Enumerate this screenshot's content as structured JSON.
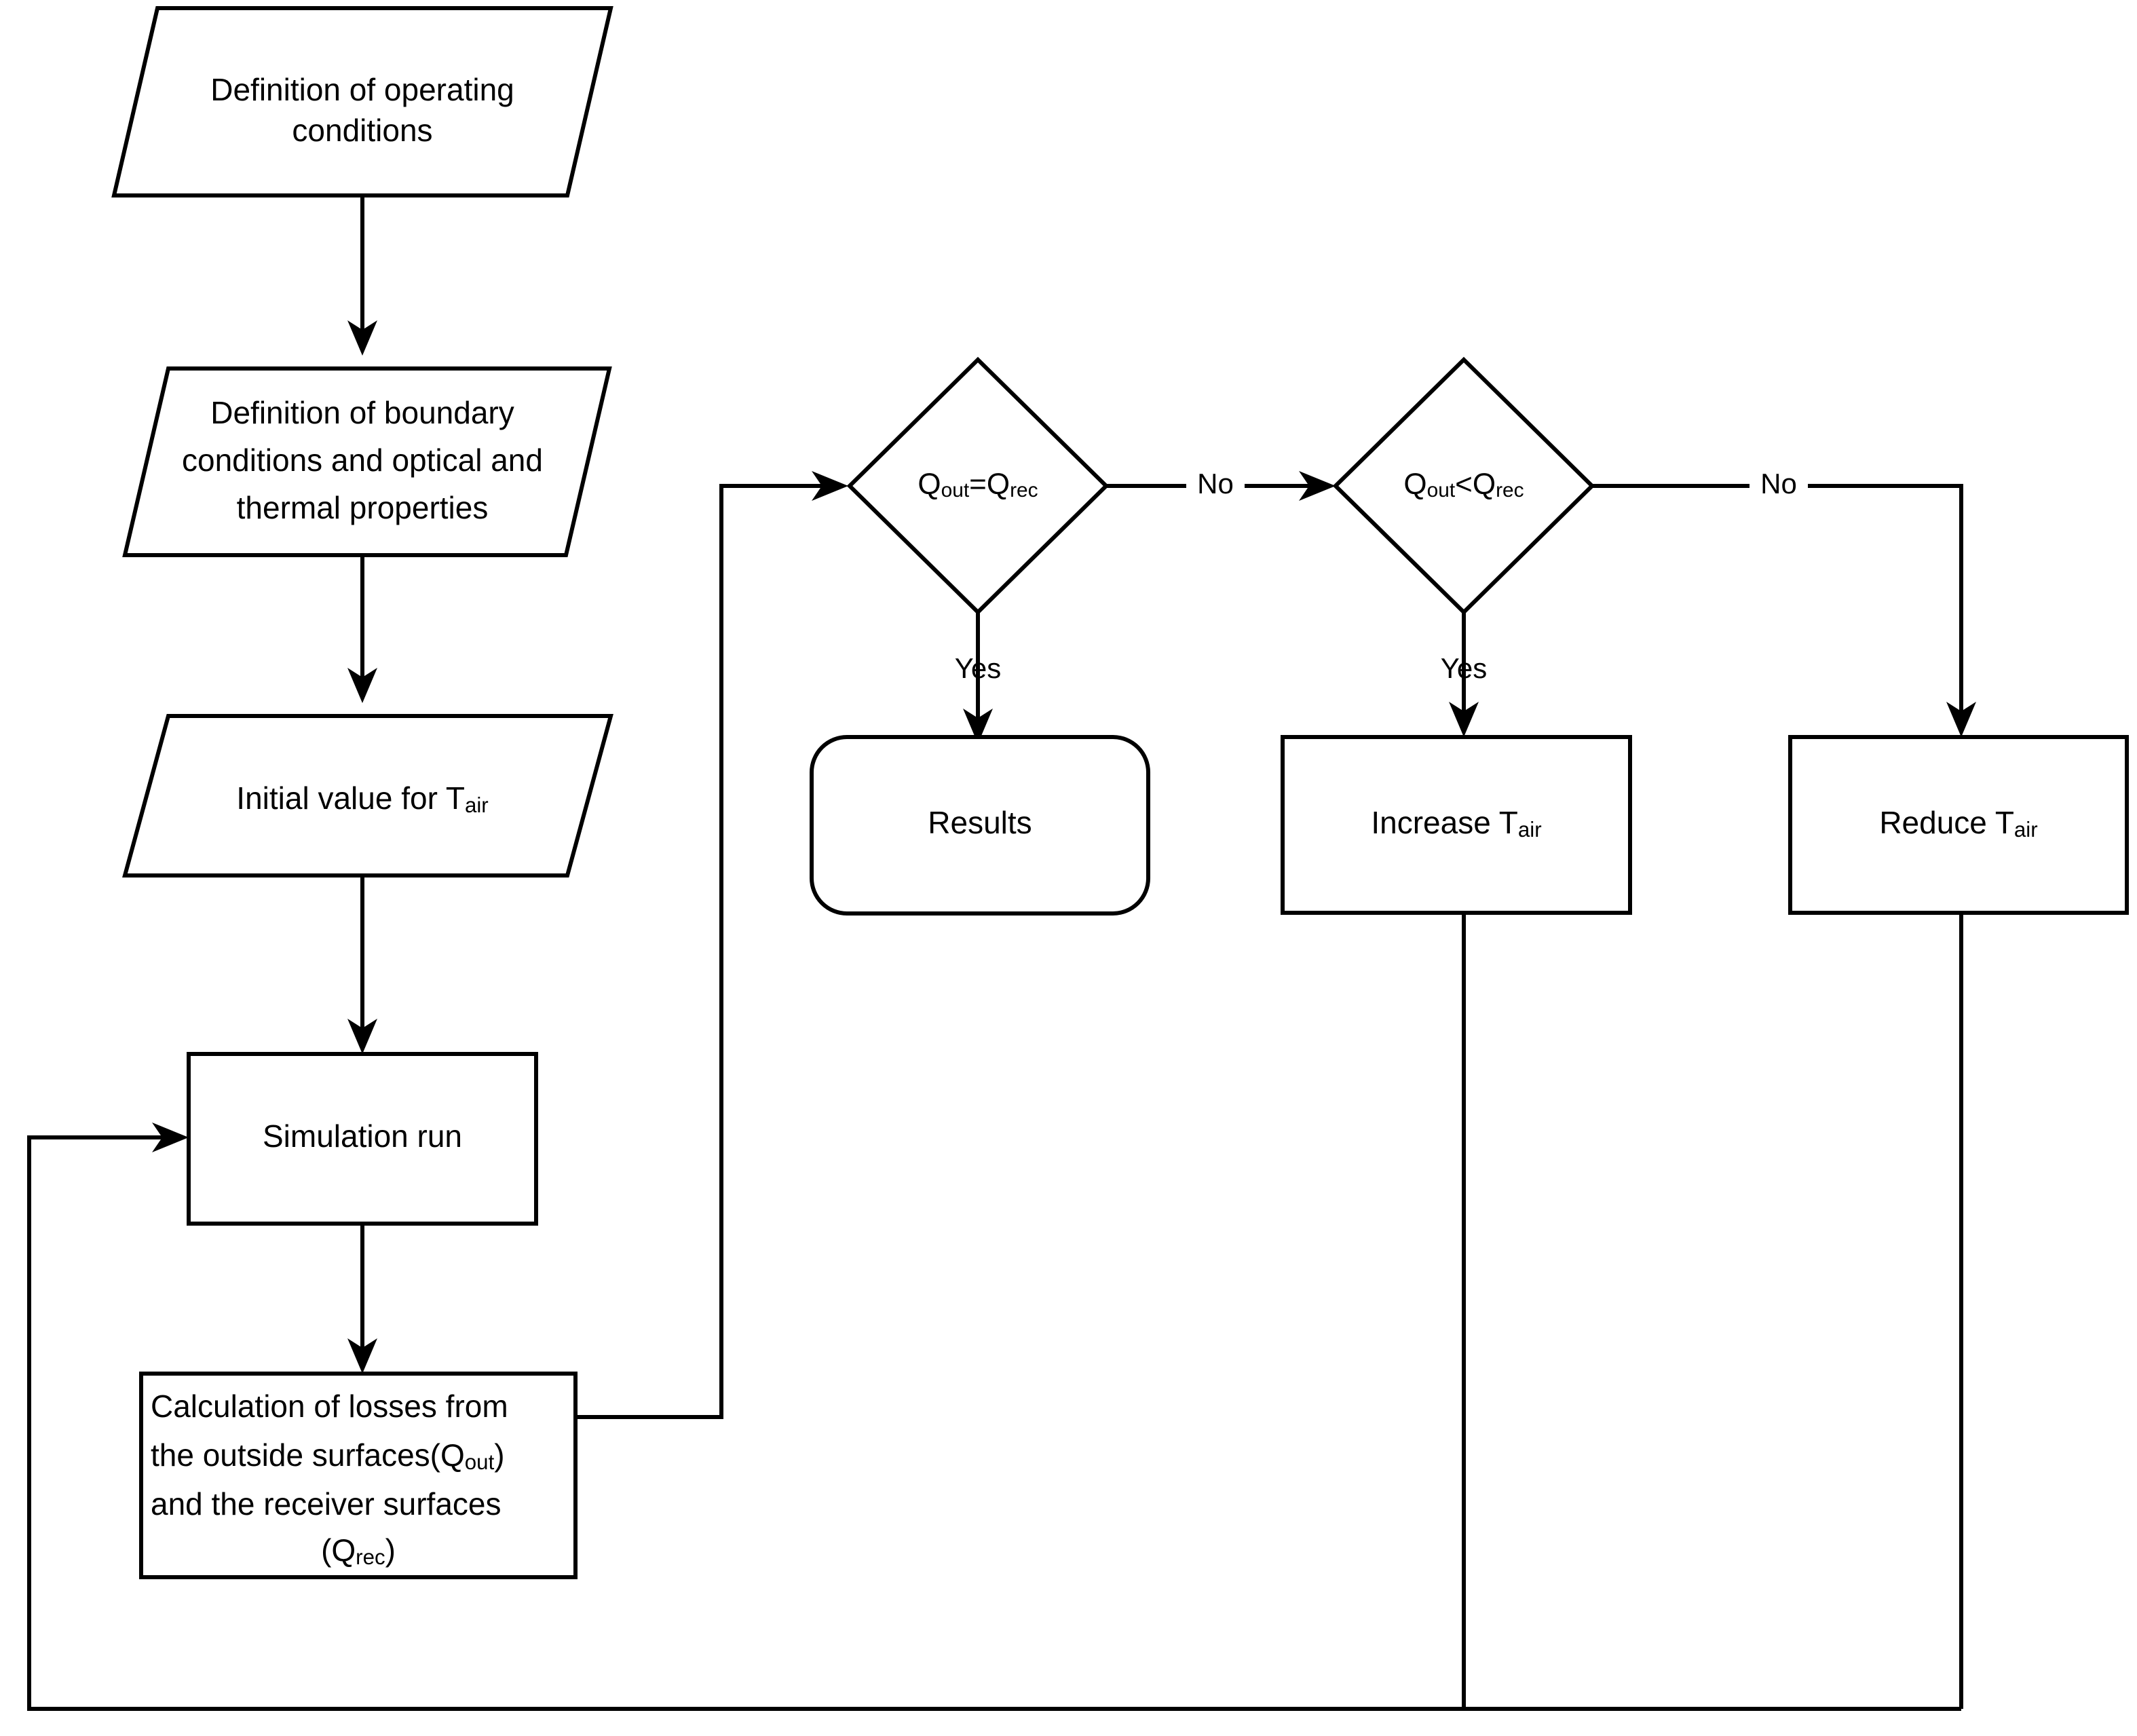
{
  "diagram": {
    "type": "flowchart",
    "title": "",
    "background_color": "#ffffff",
    "line_color": "#000000",
    "text_color": "#000000"
  },
  "nodes": {
    "definition_operating": {
      "shape": "parallelogram",
      "role": "input",
      "line1": "Definition of operating",
      "line2": "conditions"
    },
    "definition_boundary": {
      "shape": "parallelogram",
      "role": "input",
      "line1": "Definition of boundary",
      "line2": "conditions and optical and",
      "line3": "thermal properties"
    },
    "initial_value": {
      "shape": "parallelogram",
      "role": "input",
      "text_pre": "Initial value for T",
      "text_sub": "air"
    },
    "simulation_run": {
      "shape": "rectangle",
      "role": "process",
      "label": "Simulation run"
    },
    "calculation_losses": {
      "shape": "rectangle",
      "role": "process",
      "line1": "Calculation of losses from",
      "line2_pre": "the outside surfaces(Q",
      "line2_sub": "out",
      "line2_post": ")",
      "line3": "and the receiver surfaces",
      "line4_pre": "(Q",
      "line4_sub": "rec",
      "line4_post": ")"
    },
    "decision_equal": {
      "shape": "diamond",
      "role": "decision",
      "pre": "Q",
      "sub1": "out",
      "op": "=Q",
      "sub2": "rec"
    },
    "decision_less": {
      "shape": "diamond",
      "role": "decision",
      "pre": "Q",
      "sub1": "out",
      "op": "<Q",
      "sub2": "rec"
    },
    "results": {
      "shape": "rounded-rectangle",
      "role": "terminal",
      "label": "Results"
    },
    "increase_tair": {
      "shape": "rectangle",
      "role": "process",
      "text_pre": "Increase T",
      "text_sub": "air"
    },
    "reduce_tair": {
      "shape": "rectangle",
      "role": "process",
      "text_pre": "Reduce T",
      "text_sub": "air"
    }
  },
  "edge_labels": {
    "equal_no": "No",
    "equal_yes": "Yes",
    "less_no": "No",
    "less_yes": "Yes"
  },
  "edges": [
    {
      "from": "definition_operating",
      "to": "definition_boundary",
      "label": ""
    },
    {
      "from": "definition_boundary",
      "to": "initial_value",
      "label": ""
    },
    {
      "from": "initial_value",
      "to": "simulation_run",
      "label": ""
    },
    {
      "from": "simulation_run",
      "to": "calculation_losses",
      "label": ""
    },
    {
      "from": "calculation_losses",
      "to": "decision_equal",
      "label": ""
    },
    {
      "from": "decision_equal",
      "to": "results",
      "label": "Yes"
    },
    {
      "from": "decision_equal",
      "to": "decision_less",
      "label": "No"
    },
    {
      "from": "decision_less",
      "to": "increase_tair",
      "label": "Yes"
    },
    {
      "from": "decision_less",
      "to": "reduce_tair",
      "label": "No"
    },
    {
      "from": "increase_tair",
      "to": "simulation_run",
      "label": ""
    },
    {
      "from": "reduce_tair",
      "to": "simulation_run",
      "label": ""
    }
  ]
}
